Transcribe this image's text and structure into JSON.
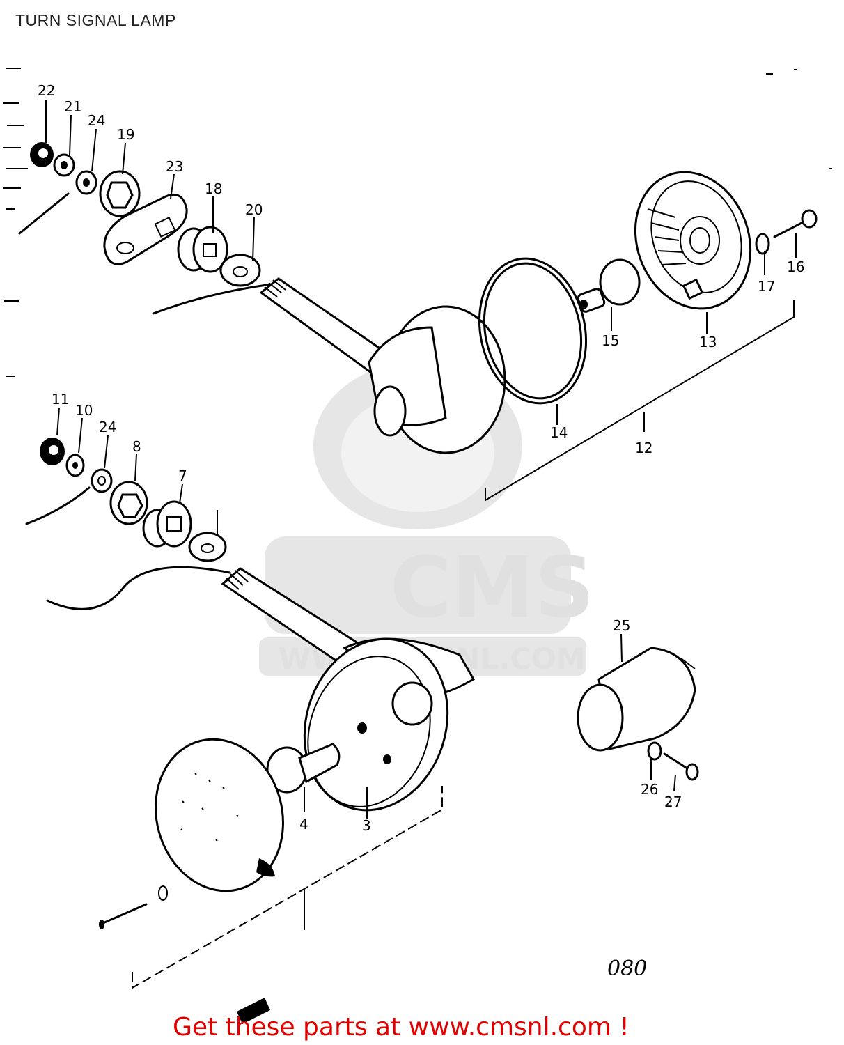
{
  "title": "TURN SIGNAL LAMP",
  "footer": "Get these parts at www.cmsnl.com !",
  "diagram_code": "080",
  "watermark": {
    "brand": "CMS",
    "url": "WWW.CMSNL.COM",
    "color": "#e6e6e6"
  },
  "colors": {
    "footer": "#e00000",
    "lines": "#000000"
  },
  "callouts": {
    "p22": "22",
    "p21": "21",
    "p24a": "24",
    "p19": "19",
    "p23": "23",
    "p18": "18",
    "p20": "20",
    "p16": "16",
    "p17": "17",
    "p15": "15",
    "p13": "13",
    "p14": "14",
    "p12": "12",
    "p11": "11",
    "p10": "10",
    "p24b": "24",
    "p8": "8",
    "p7": "7",
    "p25": "25",
    "p26": "26",
    "p27": "27",
    "p4": "4",
    "p3": "3"
  }
}
